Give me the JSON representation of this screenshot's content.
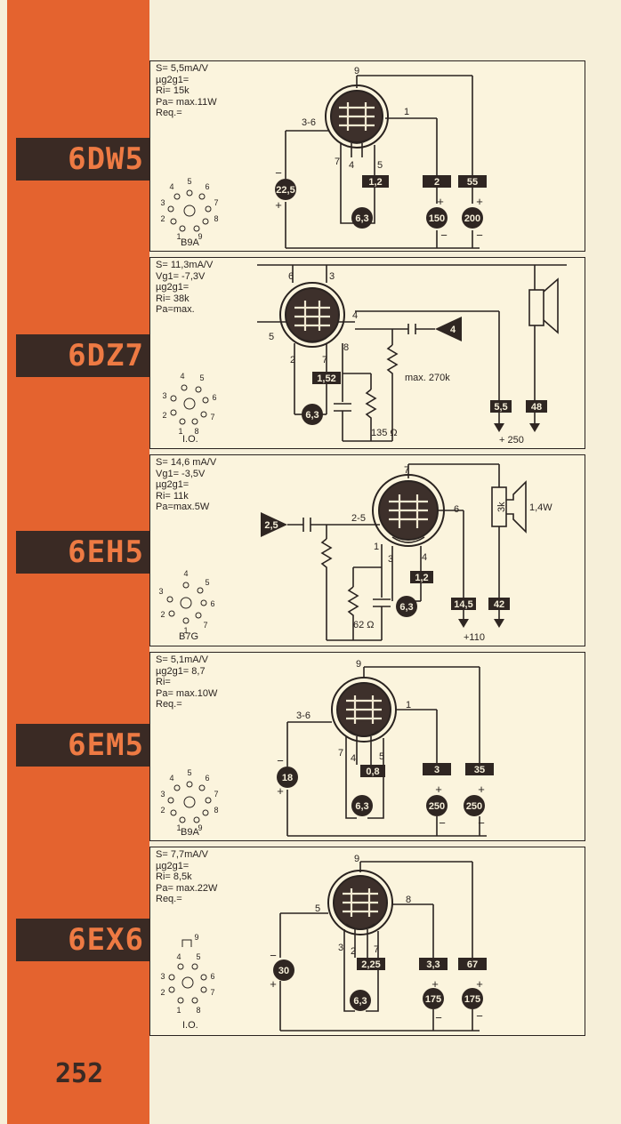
{
  "page_number": "252",
  "tubes": [
    {
      "code": "6DW5",
      "specs": [
        "S= 5,5mA/V",
        "µg2g1=",
        "Ri= 15k",
        "Pa= max.11W",
        "Req.="
      ],
      "base": "B9A",
      "pins": {
        "top": "9",
        "left": "3-6",
        "right": "1",
        "bl": "7",
        "bm": "4",
        "br": "5"
      },
      "circles": {
        "grid_bias": "22,5",
        "heater": "6,3",
        "screen": "150",
        "anode": "200"
      },
      "boxes": {
        "heater_current": "1,2",
        "screen_current": "2",
        "anode_current": "55"
      }
    },
    {
      "code": "6DZ7",
      "specs": [
        "S= 11,3mA/V",
        "Vg1= -7,3V",
        "µg2g1=",
        "Ri= 38k",
        "Pa=max."
      ],
      "base": "I.O.",
      "pins": {
        "top_left": "6",
        "top_right": "3",
        "left": "5",
        "right": "4",
        "bl": "2",
        "bm": "7",
        "br": "8"
      },
      "circles": {
        "heater": "6,3"
      },
      "triangle": "4",
      "boxes": {
        "heater_current": "1,52",
        "screen_current": "5,5",
        "anode_current": "48"
      },
      "notes": {
        "grid_resistor": "max. 270k",
        "cathode_resistor": "135 Ω",
        "supply": "+ 250"
      }
    },
    {
      "code": "6EH5",
      "specs": [
        "S= 14,6 mA/V",
        "Vg1= -3,5V",
        "µg2g1=",
        "Ri= 11k",
        "Pa=max.5W"
      ],
      "base": "B7G",
      "pins": {
        "top": "7",
        "left": "2-5",
        "right": "6",
        "bl": "1",
        "bm": "3",
        "br": "4"
      },
      "circles": {
        "heater": "6,3"
      },
      "triangle": "2,5",
      "boxes": {
        "heater_current": "1,2",
        "screen_current": "14,5",
        "anode_current": "42"
      },
      "notes": {
        "load": "3k",
        "power": "1,4W",
        "cathode_resistor": "62 Ω",
        "supply": "+110"
      }
    },
    {
      "code": "6EM5",
      "specs": [
        "S= 5,1mA/V",
        "µg2g1= 8,7",
        "Ri=",
        "Pa= max.10W",
        "Req.="
      ],
      "base": "B9A",
      "pins": {
        "top": "9",
        "left": "3-6",
        "right": "1",
        "bl": "7",
        "bm": "4",
        "br": "5"
      },
      "circles": {
        "grid_bias": "18",
        "heater": "6,3",
        "screen": "250",
        "anode": "250"
      },
      "boxes": {
        "heater_current": "0,8",
        "screen_current": "3",
        "anode_current": "35"
      }
    },
    {
      "code": "6EX6",
      "specs": [
        "S= 7,7mA/V",
        "µg2g1=",
        "Ri= 8,5k",
        "Pa= max.22W",
        "Req.="
      ],
      "base": "I.O.",
      "pins": {
        "top": "9",
        "left": "5",
        "right": "8",
        "bl": "3",
        "bm": "2",
        "br": "7"
      },
      "circles": {
        "grid_bias": "30",
        "heater": "6,3",
        "screen": "175",
        "anode": "175"
      },
      "boxes": {
        "heater_current": "2,25",
        "screen_current": "3,3",
        "anode_current": "67"
      }
    }
  ]
}
